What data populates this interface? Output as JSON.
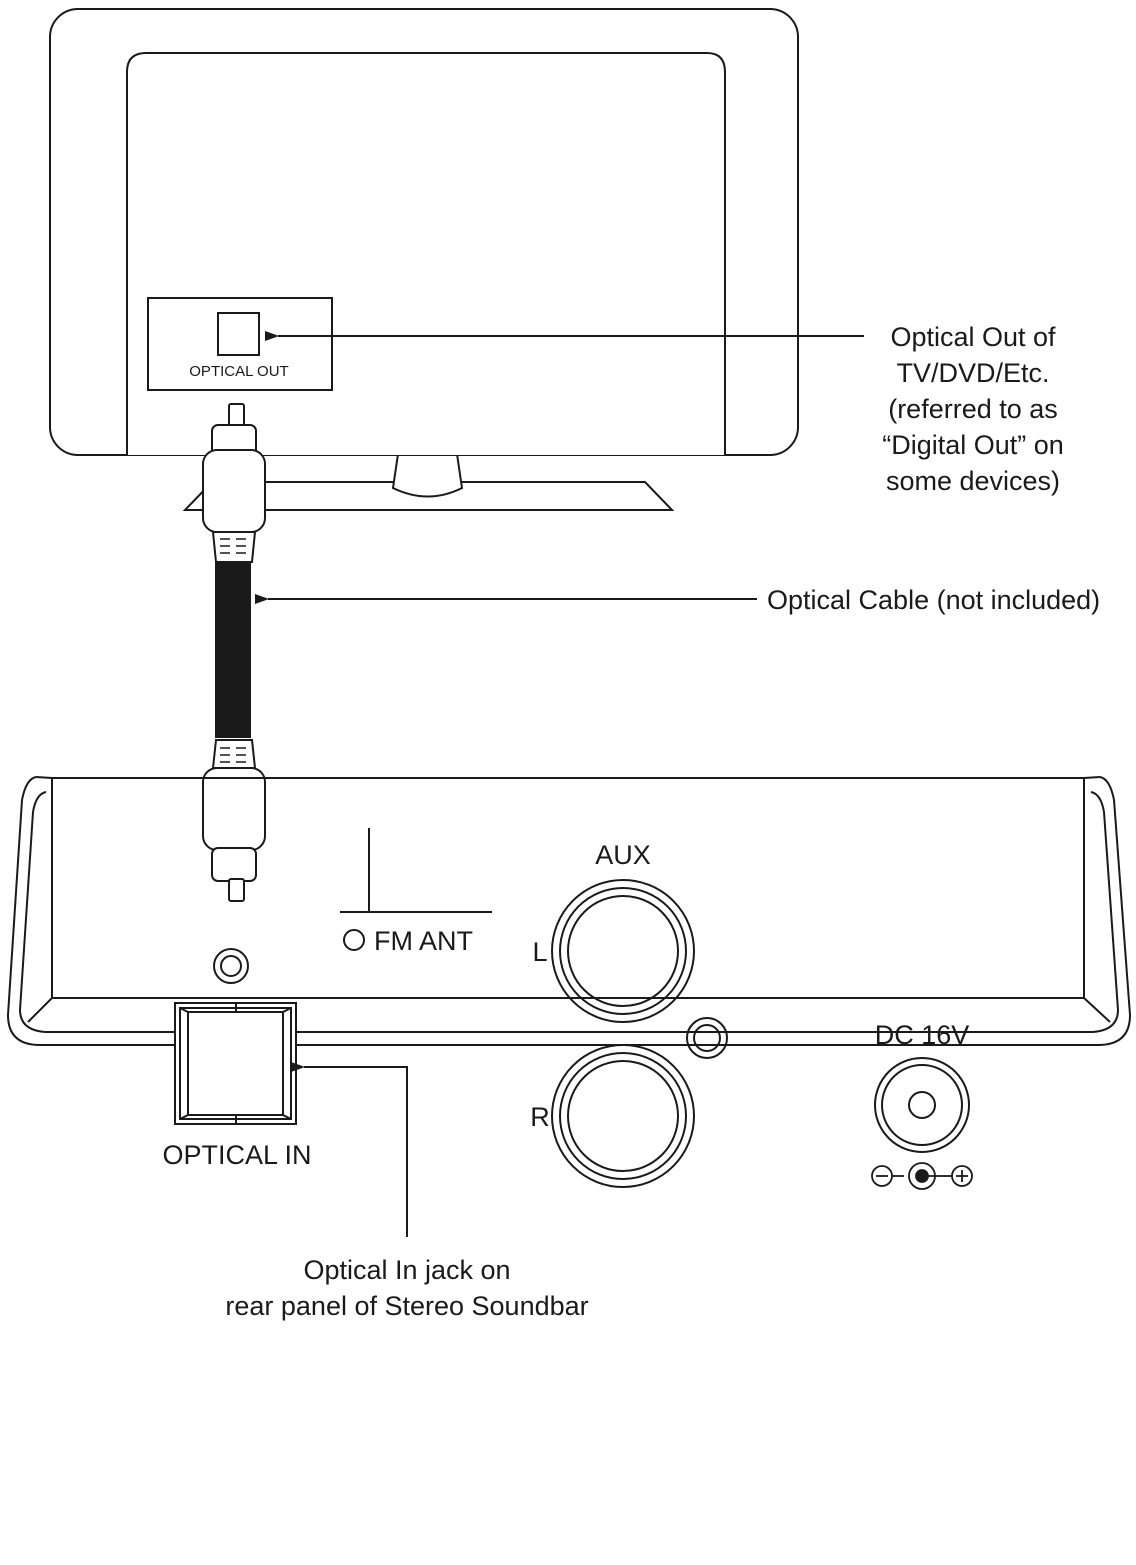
{
  "tv": {
    "port_label": "OPTICAL OUT",
    "callout": [
      "Optical Out of",
      "TV/DVD/Etc.",
      "(referred to as",
      "“Digital Out” on",
      "some devices)"
    ]
  },
  "cable": {
    "callout": "Optical Cable (not included)"
  },
  "soundbar": {
    "optical_in_label": "OPTICAL IN",
    "fm_label": "FM ANT",
    "aux_label": "AUX",
    "aux_left": "L",
    "aux_right": "R",
    "dc_label": "DC 16V",
    "callout": [
      "Optical In jack on",
      "rear panel of Stereo Soundbar"
    ]
  },
  "colors": {
    "line": "#1a1a1a",
    "background": "#ffffff"
  }
}
